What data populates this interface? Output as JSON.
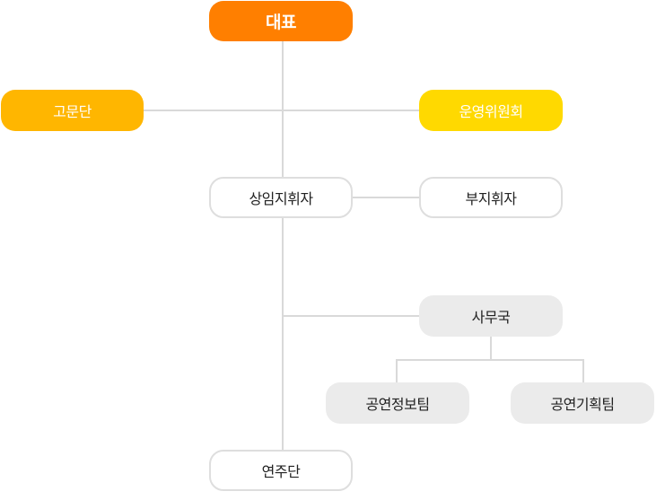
{
  "chart_data": {
    "type": "org-chart",
    "nodes": [
      {
        "id": "ceo",
        "label": "대표"
      },
      {
        "id": "advisors",
        "label": "고문단"
      },
      {
        "id": "committee",
        "label": "운영위원회"
      },
      {
        "id": "conductor",
        "label": "상임지휘자"
      },
      {
        "id": "vice_conductor",
        "label": "부지휘자"
      },
      {
        "id": "office",
        "label": "사무국"
      },
      {
        "id": "info_team",
        "label": "공연정보팀"
      },
      {
        "id": "planning_team",
        "label": "공연기획팀"
      },
      {
        "id": "orchestra",
        "label": "연주단"
      }
    ],
    "edges": [
      [
        "ceo",
        "advisors"
      ],
      [
        "ceo",
        "committee"
      ],
      [
        "ceo",
        "conductor"
      ],
      [
        "conductor",
        "vice_conductor"
      ],
      [
        "conductor",
        "office"
      ],
      [
        "conductor",
        "orchestra"
      ],
      [
        "office",
        "info_team"
      ],
      [
        "office",
        "planning_team"
      ]
    ]
  },
  "colors": {
    "ceo": "#ff7f00",
    "advisors": "#ffb600",
    "committee": "#ffd900",
    "outline_border": "#dedede",
    "gray_fill": "#ebebeb",
    "connector": "#d9d9d9"
  }
}
